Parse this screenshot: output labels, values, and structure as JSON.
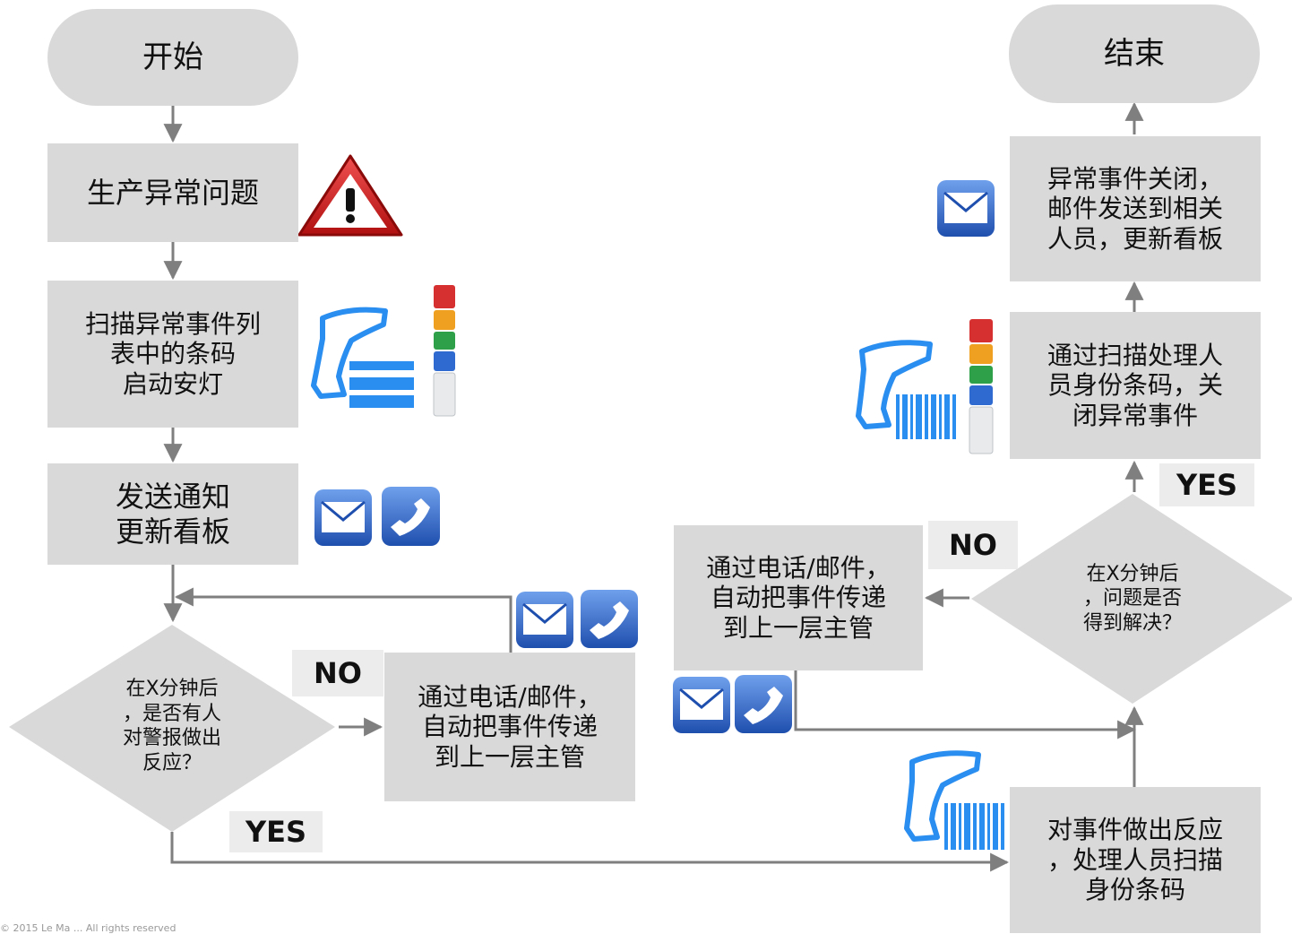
{
  "colors": {
    "node_fill": "#d9d9d9",
    "connector": "#7f7f7f",
    "badge_fill": "#ececec",
    "icon_blue": "#1f57b8",
    "scanner_blue": "#2a8ef0",
    "warning_red": "#d42020"
  },
  "nodes": {
    "start": "开始",
    "production_issue": "生产异常问题",
    "scan_barcode": "扫描异常事件列\n表中的条码\n启动安灯",
    "send_notice": "发送通知\n更新看板",
    "decision_response": "在X分钟后\n，是否有人\n对警报做出\n反应？",
    "escalate_left": "通过电话/邮件，\n自动把事件传递\n到上一层主管",
    "respond": "对事件做出反应\n，处理人员扫描\n身份条码",
    "decision_resolved": "在X分钟后\n，问题是否\n得到解决？",
    "escalate_right": "通过电话/邮件，\n自动把事件传递\n到上一层主管",
    "close_event": "通过扫描处理人\n员身份条码，关\n闭异常事件",
    "notify_close": "异常事件关闭，\n邮件发送到相关\n人员，更新看板",
    "end": "结束"
  },
  "labels": {
    "no_left": "NO",
    "yes_left": "YES",
    "no_right": "NO",
    "yes_right": "YES"
  },
  "icons": [
    "warning-icon",
    "barcode-scanner-icon",
    "barcode-icon",
    "andon-light-icon",
    "mail-icon",
    "phone-icon"
  ],
  "footer": "© 2015 Le Ma ... All rights reserved"
}
